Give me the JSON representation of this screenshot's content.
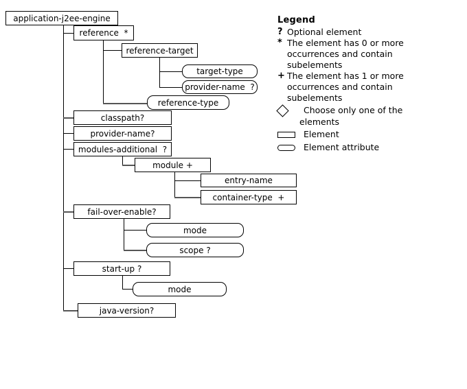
{
  "diagram": {
    "title": "application-j2ee-engine",
    "nodes": [
      {
        "id": "application-j2ee-engine",
        "label": "application-j2ee-engine",
        "kind": "element"
      },
      {
        "id": "reference",
        "label": "reference  *",
        "kind": "element"
      },
      {
        "id": "reference-target",
        "label": "reference-target",
        "kind": "element"
      },
      {
        "id": "target-type",
        "label": "target-type",
        "kind": "attribute"
      },
      {
        "id": "provider-name-attr",
        "label": "provider-name  ?",
        "kind": "attribute"
      },
      {
        "id": "reference-type",
        "label": "reference-type",
        "kind": "attribute"
      },
      {
        "id": "classpath",
        "label": "classpath?",
        "kind": "element"
      },
      {
        "id": "provider-name",
        "label": "provider-name?",
        "kind": "element"
      },
      {
        "id": "modules-additional",
        "label": "modules-additional  ?",
        "kind": "element"
      },
      {
        "id": "module",
        "label": "module +",
        "kind": "element"
      },
      {
        "id": "entry-name",
        "label": "entry-name",
        "kind": "element"
      },
      {
        "id": "container-type",
        "label": "container-type  +",
        "kind": "element"
      },
      {
        "id": "fail-over-enable",
        "label": "fail-over-enable?",
        "kind": "element"
      },
      {
        "id": "fail-mode",
        "label": "mode",
        "kind": "attribute"
      },
      {
        "id": "fail-scope",
        "label": "scope ?",
        "kind": "attribute"
      },
      {
        "id": "start-up",
        "label": "start-up ?",
        "kind": "element"
      },
      {
        "id": "start-up-mode",
        "label": "mode",
        "kind": "attribute"
      },
      {
        "id": "java-version",
        "label": "java-version?",
        "kind": "element"
      }
    ]
  },
  "legend": {
    "title": "Legend",
    "entries": [
      {
        "mark": "?",
        "text": "Optional element",
        "continuation": []
      },
      {
        "mark": "*",
        "text": "The  element  has 0 or more",
        "continuation": [
          "occurrences  and  contain",
          "subelements"
        ]
      },
      {
        "mark": "+",
        "text": "The  element  has 1 or more",
        "continuation": [
          "occurrences  and  contain",
          "subelements"
        ]
      }
    ],
    "shapes": [
      {
        "shape": "diamond",
        "label": "Choose only one of the",
        "continuation": [
          "elements"
        ]
      },
      {
        "shape": "rect",
        "label": "Element",
        "continuation": []
      },
      {
        "shape": "rounded",
        "label": "Element attribute",
        "continuation": []
      }
    ]
  },
  "colors": {
    "line": "#000000",
    "line_soft": "#555555",
    "box_border": "#000000",
    "background": "#ffffff",
    "text": "#000000"
  }
}
